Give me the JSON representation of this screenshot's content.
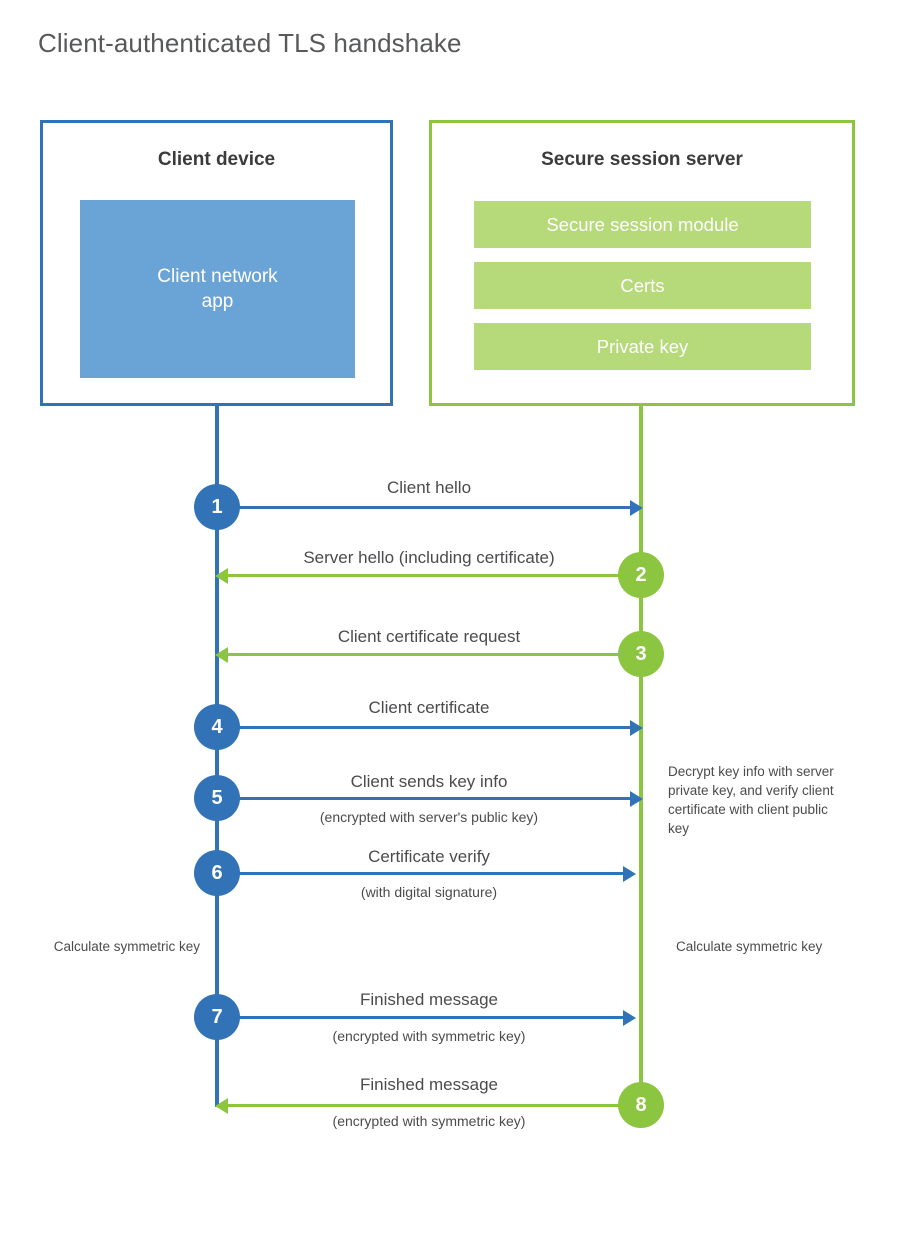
{
  "title": "Client-authenticated TLS handshake",
  "colors": {
    "client_blue": "#3272b6",
    "client_app_fill": "#6aa4d6",
    "server_green": "#8cc540",
    "server_bar_fill": "#b6d97a",
    "text_gray": "#4b4b4d",
    "title_gray": "#58595b"
  },
  "client": {
    "title": "Client device",
    "app_label": "Client network\napp"
  },
  "server": {
    "title": "Secure session server",
    "components": [
      {
        "label": "Secure session module"
      },
      {
        "label": "Certs"
      },
      {
        "label": "Private key"
      }
    ]
  },
  "steps": [
    {
      "number": "1",
      "label": "Client hello",
      "sublabel": "",
      "direction": "client-to-server",
      "side": "client"
    },
    {
      "number": "2",
      "label": "Server hello (including certificate)",
      "sublabel": "",
      "direction": "server-to-client",
      "side": "server"
    },
    {
      "number": "3",
      "label": "Client certificate request",
      "sublabel": "",
      "direction": "server-to-client",
      "side": "server"
    },
    {
      "number": "4",
      "label": "Client certificate",
      "sublabel": "",
      "direction": "client-to-server",
      "side": "client"
    },
    {
      "number": "5",
      "label": "Client sends key info",
      "sublabel": "(encrypted with server's public key)",
      "direction": "client-to-server",
      "side": "client"
    },
    {
      "number": "6",
      "label": "Certificate verify",
      "sublabel": "(with digital signature)",
      "direction": "client-to-server",
      "side": "client"
    },
    {
      "number": "7",
      "label": "Finished message",
      "sublabel": "(encrypted with symmetric key)",
      "direction": "client-to-server",
      "side": "client"
    },
    {
      "number": "8",
      "label": "Finished message",
      "sublabel": "(encrypted with symmetric key)",
      "direction": "server-to-client",
      "side": "server"
    }
  ],
  "annotations": {
    "server_decrypt": "Decrypt key info with server private key, and verify client certificate with client public key",
    "client_calculate": "Calculate symmetric key",
    "server_calculate": "Calculate symmetric key"
  }
}
